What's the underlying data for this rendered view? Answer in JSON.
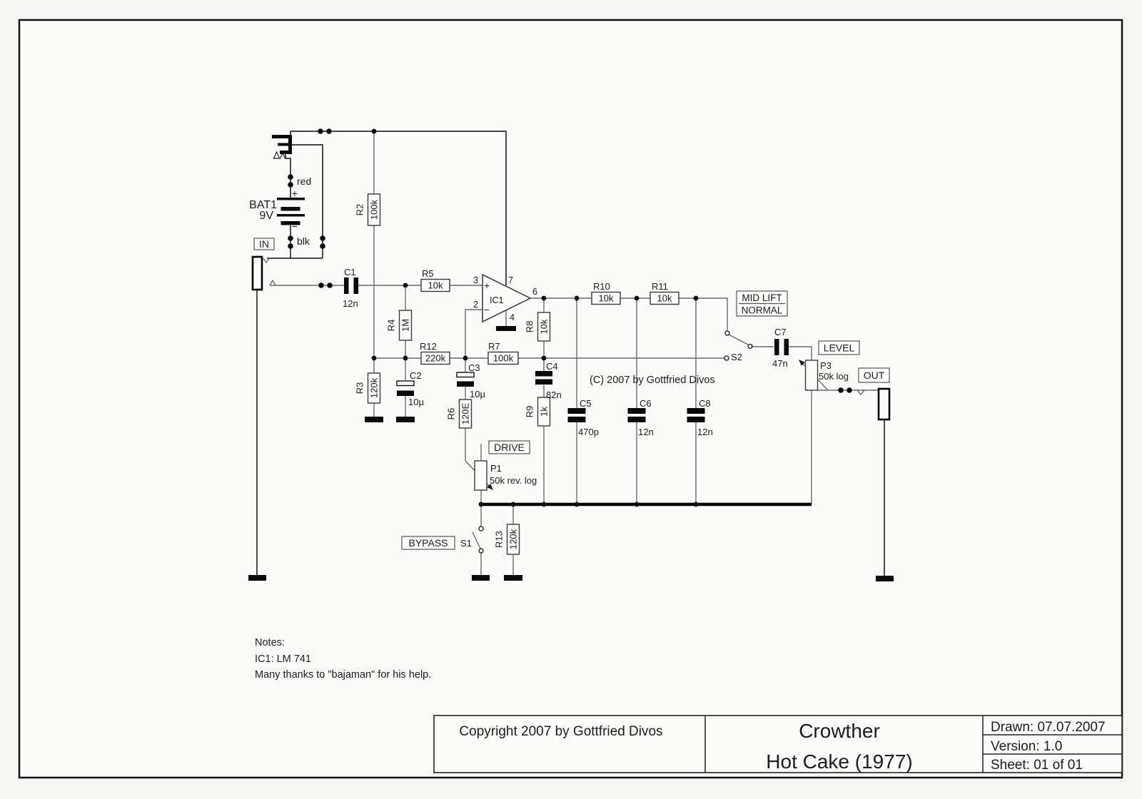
{
  "schematic": {
    "power": {
      "battery_ref": "BAT1",
      "battery_voltage": "9V",
      "plus": "+",
      "minus": "−",
      "wire_red": "red",
      "wire_black": "blk"
    },
    "jacks": {
      "in": "IN",
      "out": "OUT"
    },
    "boxes": {
      "drive": "DRIVE",
      "bypass": "BYPASS",
      "level": "LEVEL",
      "mid_lift": "MID LIFT",
      "normal": "NORMAL"
    },
    "opamp": {
      "ref": "IC1",
      "plus": "+",
      "minus": "−",
      "pin2": "2",
      "pin3": "3",
      "pin4": "4",
      "pin6": "6",
      "pin7": "7"
    },
    "resistors": {
      "R2": {
        "ref": "R2",
        "value": "100k"
      },
      "R3": {
        "ref": "R3",
        "value": "120k"
      },
      "R4": {
        "ref": "R4",
        "value": "1M"
      },
      "R5": {
        "ref": "R5",
        "value": "10k"
      },
      "R6": {
        "ref": "R6",
        "value": "120E"
      },
      "R7": {
        "ref": "R7",
        "value": "100k"
      },
      "R8": {
        "ref": "R8",
        "value": "10k"
      },
      "R9": {
        "ref": "R9",
        "value": "1k"
      },
      "R10": {
        "ref": "R10",
        "value": "10k"
      },
      "R11": {
        "ref": "R11",
        "value": "10k"
      },
      "R12": {
        "ref": "R12",
        "value": "220k"
      },
      "R13": {
        "ref": "R13",
        "value": "120k"
      }
    },
    "capacitors": {
      "C1": {
        "ref": "C1",
        "value": "12n"
      },
      "C2": {
        "ref": "C2",
        "value": "10µ"
      },
      "C3": {
        "ref": "C3",
        "value": "10µ"
      },
      "C4": {
        "ref": "C4",
        "value": "82n"
      },
      "C5": {
        "ref": "C5",
        "value": "470p"
      },
      "C6": {
        "ref": "C6",
        "value": "12n"
      },
      "C7": {
        "ref": "C7",
        "value": "47n"
      },
      "C8": {
        "ref": "C8",
        "value": "12n"
      }
    },
    "pots": {
      "P1": {
        "ref": "P1",
        "value": "50k rev. log"
      },
      "P3": {
        "ref": "P3",
        "value": "50k log"
      }
    },
    "switches": {
      "s1": "S1",
      "s2": "S2"
    },
    "copyright_note": "(C) 2007 by Gottfried Divos",
    "notes": {
      "title": "Notes:",
      "line1": "IC1:  LM 741",
      "line2": "Many thanks to \"bajaman\" for his help."
    }
  },
  "title_block": {
    "copyright": "Copyright 2007 by Gottfried Divos",
    "title_line1": "Crowther",
    "title_line2": "Hot Cake  (1977)",
    "drawn": "Drawn:  07.07.2007",
    "version": "Version:  1.0",
    "sheet": "Sheet:  01  of  01"
  }
}
